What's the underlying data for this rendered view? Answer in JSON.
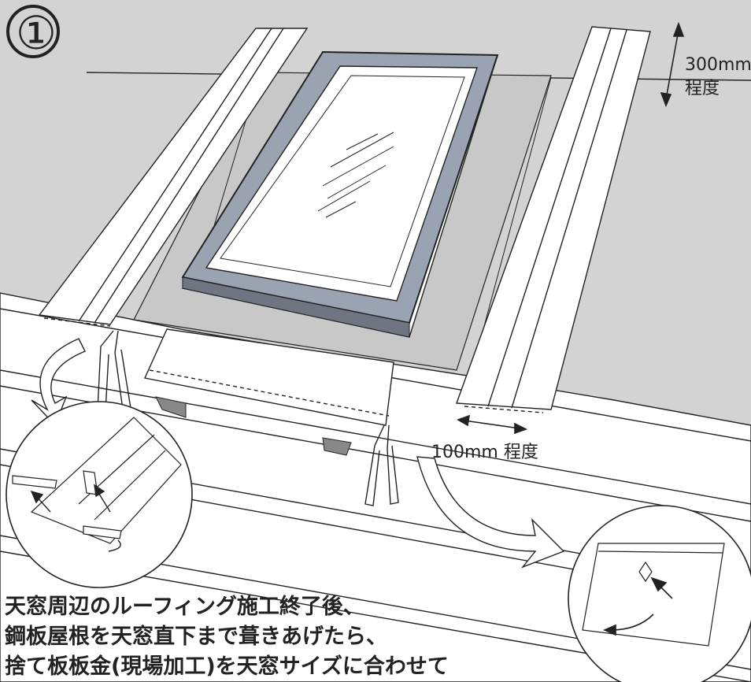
{
  "diagram": {
    "step_number": "①",
    "labels": {
      "top_length_value": "300mm",
      "top_length_suffix": "程度",
      "bottom_length": "100mm 程度"
    },
    "caption_lines": [
      "天窓周辺のルーフィング施工終了後、",
      "鋼板屋根を天窓直下まで葺きあげたら、",
      "捨て板板金(現場加工)を天窓サイズに合わせて"
    ]
  }
}
